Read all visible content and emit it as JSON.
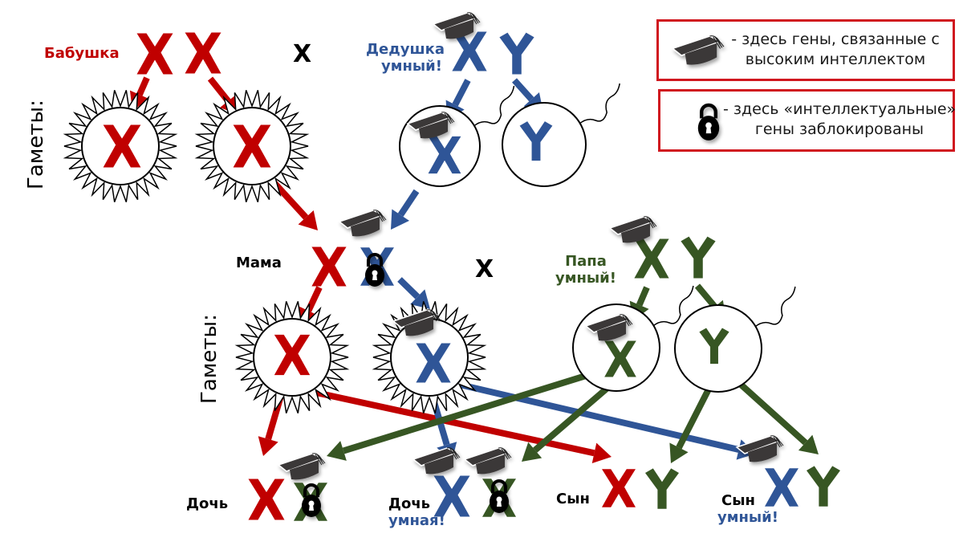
{
  "colors": {
    "grandma": "#c00000",
    "grandpa": "#2f5597",
    "papa": "#375623",
    "legend_border": "#d0171f",
    "cap": "#3b3838",
    "lock": "#000000"
  },
  "labels": {
    "grandma": "Бабушка",
    "grandpa_line1": "Дедушка",
    "grandpa_line2": "умный!",
    "cross_symbol": "X",
    "gametes": "Гаметы:",
    "mama": "Мама",
    "papa_line1": "Папа",
    "papa_line2": "умный!",
    "daughter1": "Дочь",
    "daughter2_line1": "Дочь",
    "daughter2_line2": "умная!",
    "son1": "Сын",
    "son2_line1": "Сын",
    "son2_line2": "умный!"
  },
  "legend": [
    {
      "icon": "graduation-cap-icon",
      "line1": "- здесь гены, связанные с",
      "line2": "высоким интеллектом"
    },
    {
      "icon": "padlock-icon",
      "line1": "- здесь «интеллектуальные»",
      "line2": "гены заблокированы"
    }
  ],
  "nodes": {
    "grandma": {
      "chromosomes": [
        "X",
        "X"
      ],
      "smart_gene": false
    },
    "grandpa": {
      "chromosomes": [
        "X",
        "Y"
      ],
      "smart_gene": true
    },
    "mama": {
      "chromosomes": [
        "X",
        "X"
      ],
      "smart_gene": true,
      "blocked": true
    },
    "papa": {
      "chromosomes": [
        "X",
        "Y"
      ],
      "smart_gene": true
    },
    "daughter1": {
      "chromosomes": [
        "X",
        "X"
      ],
      "smart_gene": true,
      "blocked": true
    },
    "daughter2": {
      "chromosomes": [
        "X",
        "X"
      ],
      "smart_gene": true,
      "blocked_one": true
    },
    "son1": {
      "chromosomes": [
        "X",
        "Y"
      ],
      "smart_gene": false
    },
    "son2": {
      "chromosomes": [
        "X",
        "Y"
      ],
      "smart_gene": true
    }
  }
}
